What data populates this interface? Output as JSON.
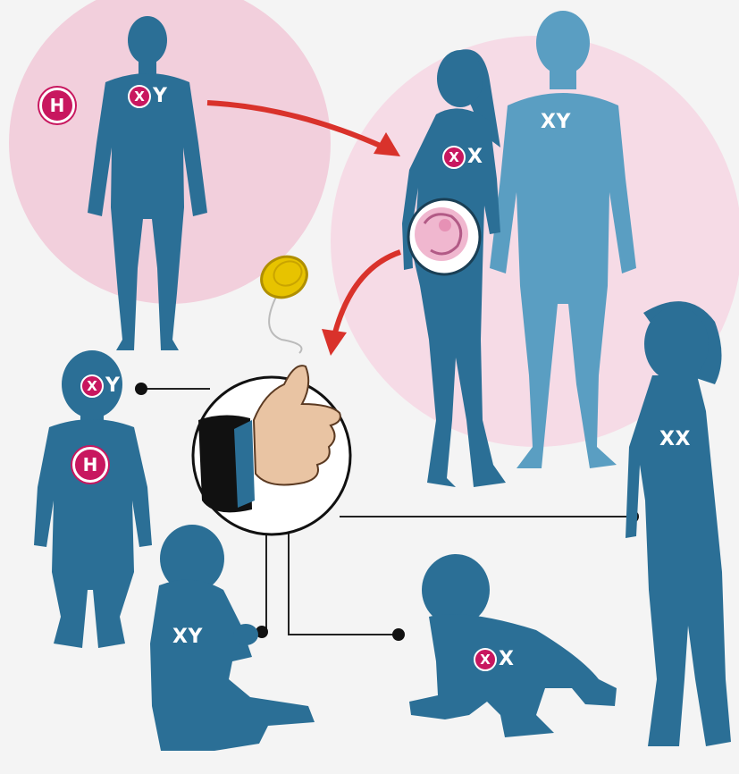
{
  "grandfather": {
    "mark": "X",
    "suffix": "Y",
    "badge": "H"
  },
  "mother": {
    "mark": "X",
    "suffix": "X"
  },
  "father": {
    "label": "XY"
  },
  "child_boy": {
    "mark": "X",
    "suffix": "Y",
    "badge": "H"
  },
  "child_baby_boy": {
    "label": "XY"
  },
  "child_baby_girl": {
    "mark": "X",
    "suffix": "X"
  },
  "child_girl": {
    "label": "XX"
  },
  "colors": {
    "figure": "#2b6f96",
    "father": "#5a9ec2",
    "affected_bg": "#f2cfdc",
    "carrier_bg": "#f6dbe6",
    "arrow": "#d9322b",
    "marker": "#c8175f"
  },
  "icons": [
    "coin-icon",
    "thumb-flip-hand-icon",
    "fetus-icon",
    "inheritance-arrow-icon"
  ]
}
